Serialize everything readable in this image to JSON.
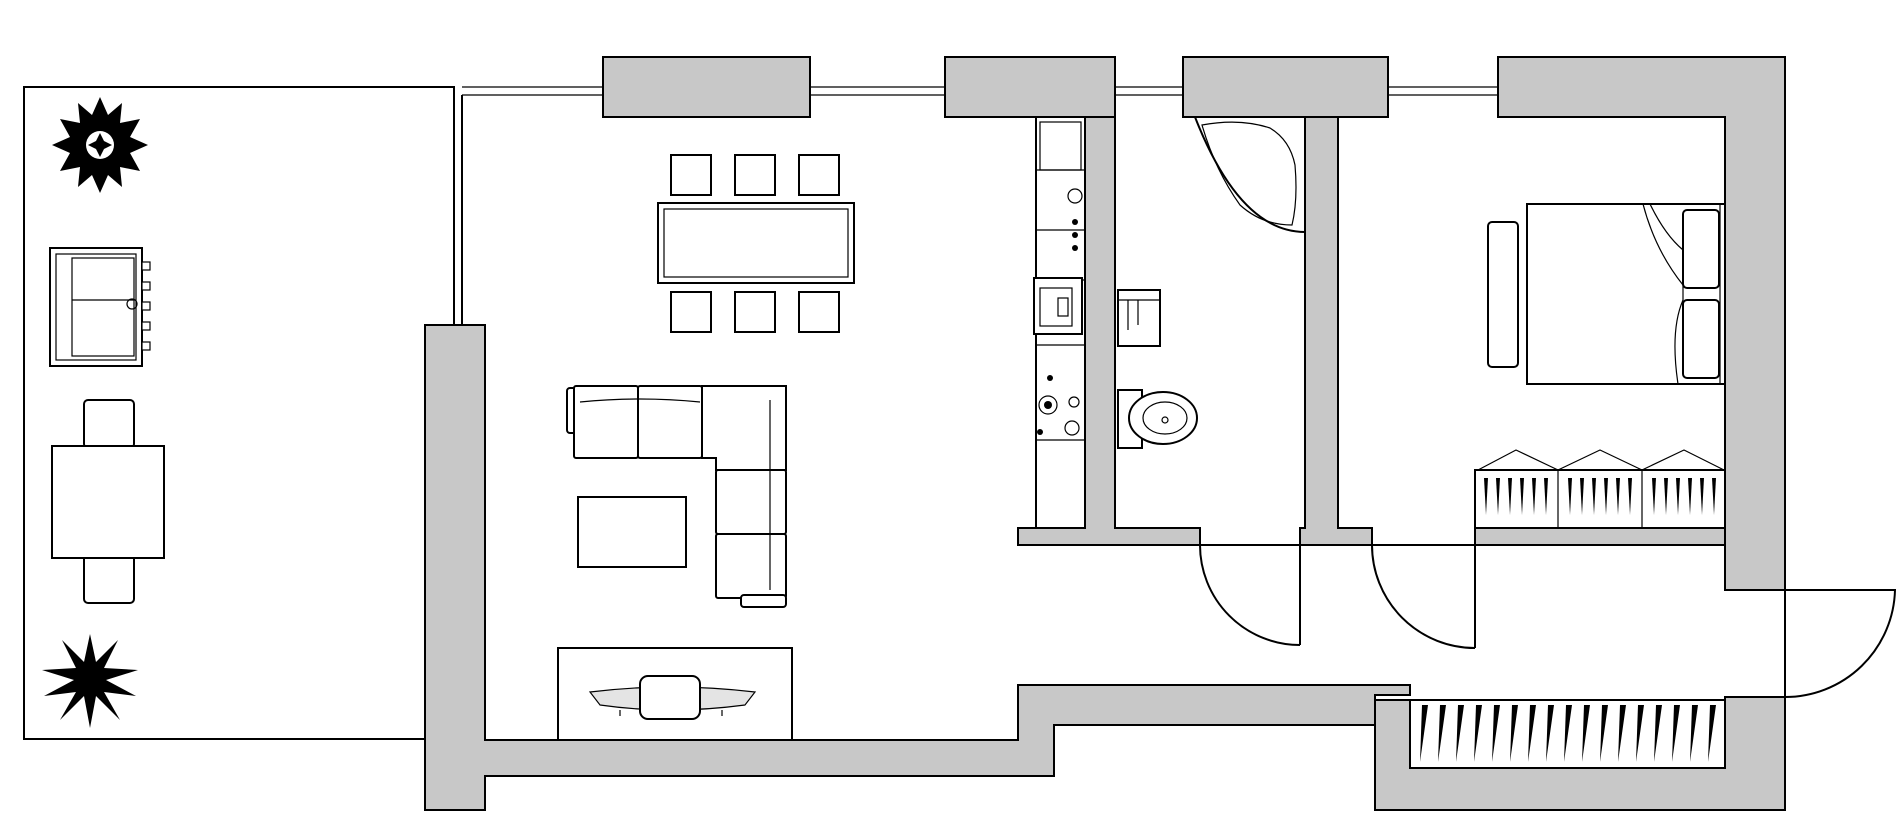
{
  "drawing": {
    "kind": "floor-plan",
    "colors": {
      "wall": "#c8c8c8",
      "stroke": "#000000",
      "background": "#ffffff"
    },
    "rooms": [
      "terrace",
      "living-dining",
      "kitchen",
      "bathroom",
      "bedroom",
      "hallway"
    ],
    "icons": [
      "plant-icon",
      "grill-icon",
      "dining-table-icon",
      "sofa-icon",
      "tv-stand-icon",
      "kitchen-counter-icon",
      "stove-icon",
      "sink-icon",
      "shower-icon",
      "toilet-icon",
      "washbasin-icon",
      "bed-icon",
      "wardrobe-icon",
      "door-icon",
      "window-icon"
    ]
  }
}
